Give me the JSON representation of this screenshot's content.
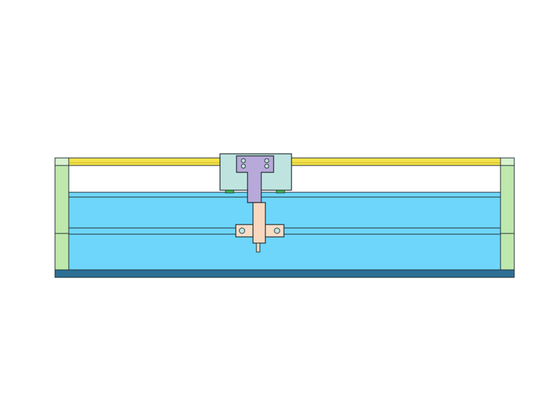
{
  "diagram": {
    "kind": "mechanical-cad-front-view",
    "colors": {
      "background": "#ffffff",
      "outline": "#1e2a2e",
      "rail_yellow": "#f4e34a",
      "rail_yellow_dark": "#c9b520",
      "end_post_green": "#bfe8ad",
      "end_post_cap": "#d9f2d0",
      "beam_blue": "#6ed6fb",
      "beam_blue_dark": "#3a9bd0",
      "beam_bottom_dark": "#2d6f96",
      "carriage_teal": "#bfe4df",
      "bracket_lavender": "#b7a9d9",
      "tool_peach": "#f8d8bf",
      "clamp_peach": "#f7dcc6",
      "wheel_green": "#3fb34a",
      "screw_dark": "#333a3d"
    },
    "components": [
      "top-rail",
      "left-end-post",
      "right-end-post",
      "main-beam",
      "carriage-block",
      "t-bracket",
      "tool-holder",
      "clamp-plate",
      "probe-tip"
    ]
  }
}
